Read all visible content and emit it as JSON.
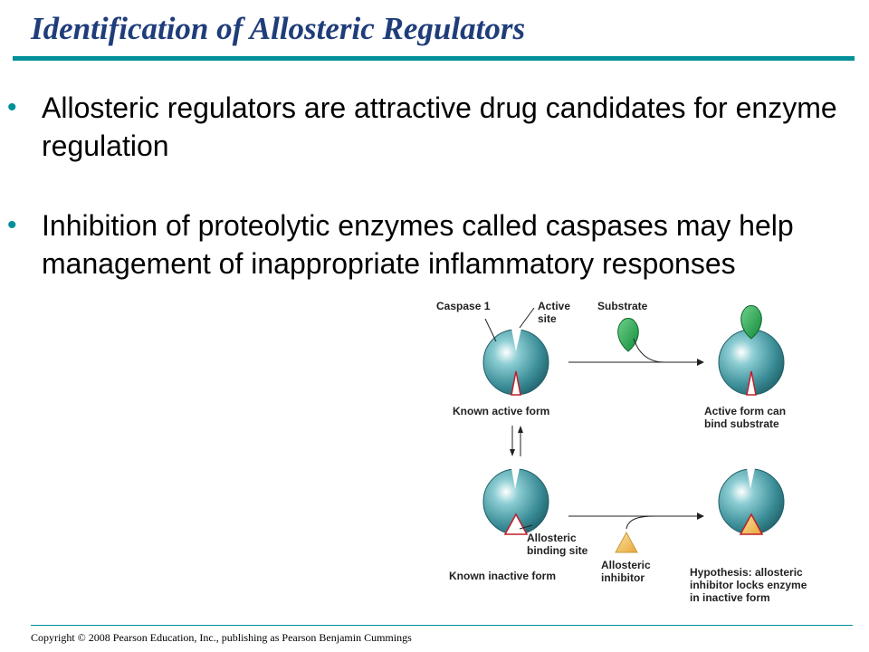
{
  "slide": {
    "title": "Identification of Allosteric Regulators",
    "bullets": [
      "Allosteric regulators are attractive drug candidates for enzyme regulation",
      "Inhibition of proteolytic enzymes called caspases may help management of inappropriate inflammatory responses"
    ],
    "bullet_glyph": "•"
  },
  "diagram": {
    "label_caspase": "Caspase 1",
    "label_active_site": [
      "Active",
      "site"
    ],
    "label_substrate": "Substrate",
    "label_known_active": "Known active form",
    "label_active_can_bind": [
      "Active form can",
      "bind substrate"
    ],
    "label_allosteric_binding": [
      "Allosteric",
      "binding site"
    ],
    "label_known_inactive": "Known inactive form",
    "label_allosteric_inhibitor": [
      "Allosteric",
      "inhibitor"
    ],
    "label_hypothesis": [
      "Hypothesis: allosteric",
      "inhibitor locks enzyme",
      "in inactive form"
    ]
  },
  "footer": {
    "copyright": "Copyright © 2008 Pearson Education, Inc., publishing as Pearson Benjamin Cummings"
  },
  "colors": {
    "title": "#1f3d7a",
    "accent": "#00909a",
    "enzyme": "#3a8c96",
    "substrate": "#1fa04a",
    "inhibitor": "#f3c15a",
    "site_red": "#c0202a"
  }
}
